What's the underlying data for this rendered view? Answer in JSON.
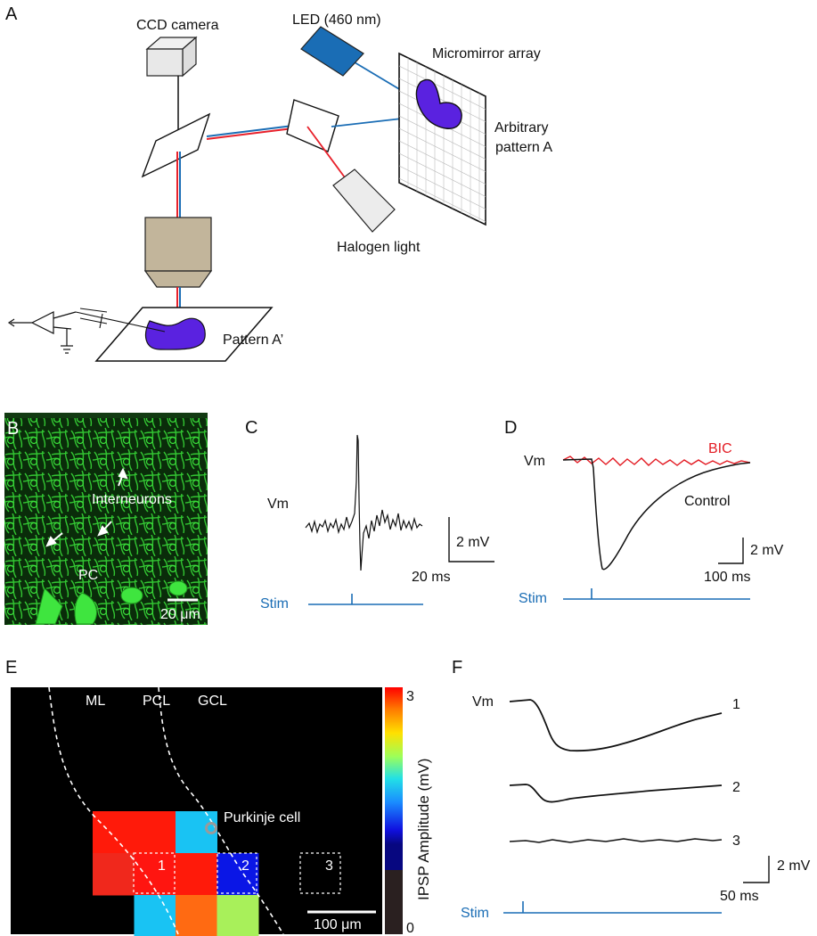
{
  "panels": {
    "a": "A",
    "b": "B",
    "c": "C",
    "d": "D",
    "e": "E",
    "f": "F"
  },
  "panel_a": {
    "ccd_camera": "CCD camera",
    "led": "LED (460 nm)",
    "micromirror": "Micromirror array",
    "pattern_line1": "Arbitrary",
    "pattern_line2": "pattern A",
    "halogen": "Halogen light",
    "pattern_prime": "Pattern A’"
  },
  "panel_b": {
    "interneurons": "Interneurons",
    "pc": "PC",
    "scale": "20 μm"
  },
  "panel_c": {
    "vm": "Vm",
    "scale_v": "2 mV",
    "scale_t": "20 ms",
    "stim": "Stim"
  },
  "panel_d": {
    "vm": "Vm",
    "bic": "BIC",
    "control": "Control",
    "scale_v": "2 mV",
    "scale_t": "100 ms",
    "stim": "Stim"
  },
  "panel_e": {
    "ml": "ML",
    "pcl": "PCL",
    "gcl": "GCL",
    "purkinje": "Purkinje cell",
    "site1": "1",
    "site2": "2",
    "site3": "3",
    "scale": "100 μm",
    "colorbar_label": "IPSP Amplitude (mV)",
    "colorbar_max": "3",
    "colorbar_min": "0",
    "colormap": "jet",
    "grid_colors": [
      [
        "#ff1a0a",
        "#ff1a0a",
        "#19c3f3",
        null
      ],
      [
        "#f0281c",
        "#ff1510",
        "#ff1a0a",
        "#0a16e6"
      ],
      [
        null,
        "#19c3f3",
        "#ff6a12",
        "#a8f05a"
      ]
    ]
  },
  "panel_f": {
    "vm": "Vm",
    "trace1": "1",
    "trace2": "2",
    "trace3": "3",
    "scale_v": "2 mV",
    "scale_t": "50 ms",
    "stim": "Stim"
  },
  "colors": {
    "pattern_purple": "#5a22e0",
    "led_blue": "#1a6db5",
    "light_red": "#e8202a",
    "fluorescence_green": "#2cd12c",
    "bic_red": "#e31b23"
  }
}
